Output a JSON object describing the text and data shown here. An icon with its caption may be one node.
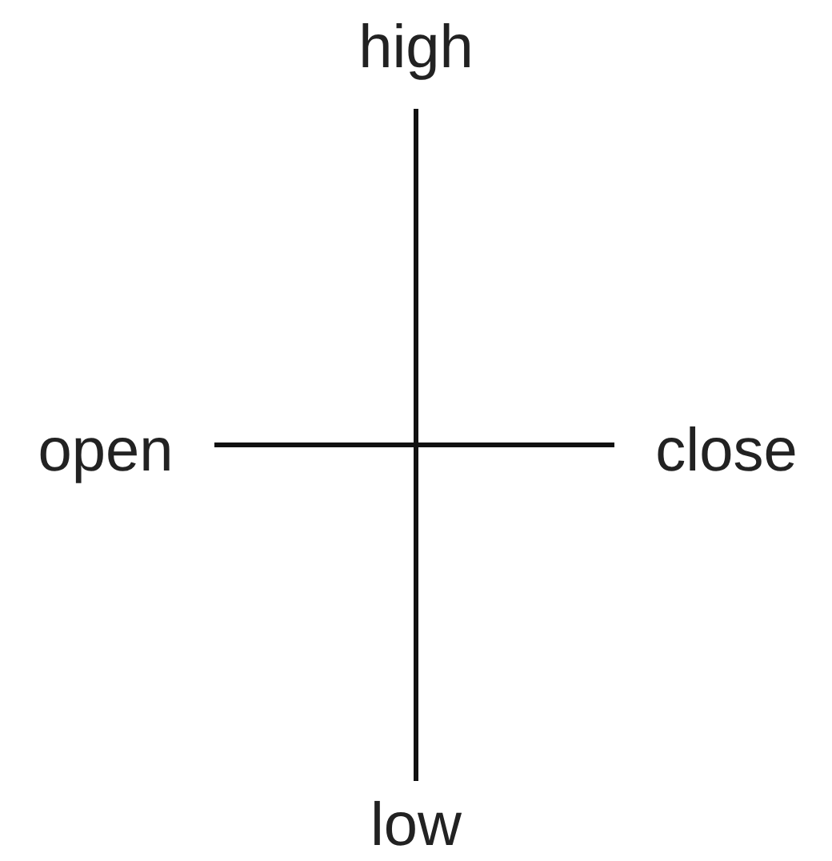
{
  "diagram": {
    "nodes": [
      {
        "text": [
          "high"
        ]
      },
      {
        "text": [
          "open"
        ]
      },
      {
        "text": [
          "close"
        ]
      },
      {
        "text": [
          "low"
        ]
      }
    ],
    "edges": [
      {
        "from": 0,
        "to": 3,
        "arrow": "none"
      },
      {
        "from": 1,
        "to": 2,
        "arrow": "none"
      }
    ]
  }
}
